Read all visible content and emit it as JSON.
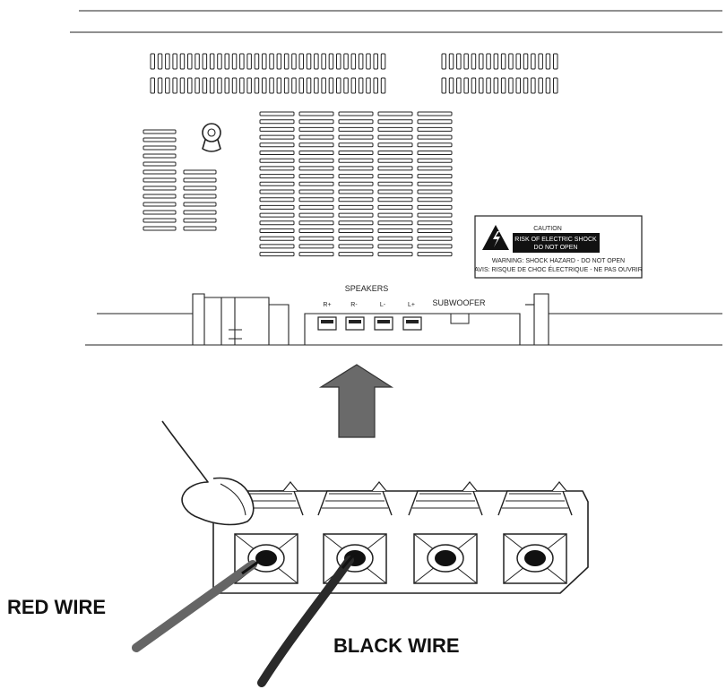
{
  "speakers": {
    "heading": "SPEAKERS",
    "terminals": [
      "R+",
      "R-",
      "L-",
      "L+"
    ],
    "subwoofer": "SUBWOOFER"
  },
  "caution": {
    "title": "CAUTION",
    "banner_line1": "RISK OF ELECTRIC SHOCK",
    "banner_line2": "DO NOT OPEN",
    "warning_en": "WARNING: SHOCK HAZARD - DO NOT OPEN",
    "warning_fr": "AVIS: RISQUE DE CHOC ÉLECTRIQUE - NE PAS OUVRIR"
  },
  "wires": {
    "red": "RED WIRE",
    "black": "BLACK WIRE"
  },
  "colors": {
    "line": "#222222",
    "red_wire": "#6e6e6e",
    "black_wire": "#2a2a2a",
    "arrow": "#6a6a6a"
  }
}
